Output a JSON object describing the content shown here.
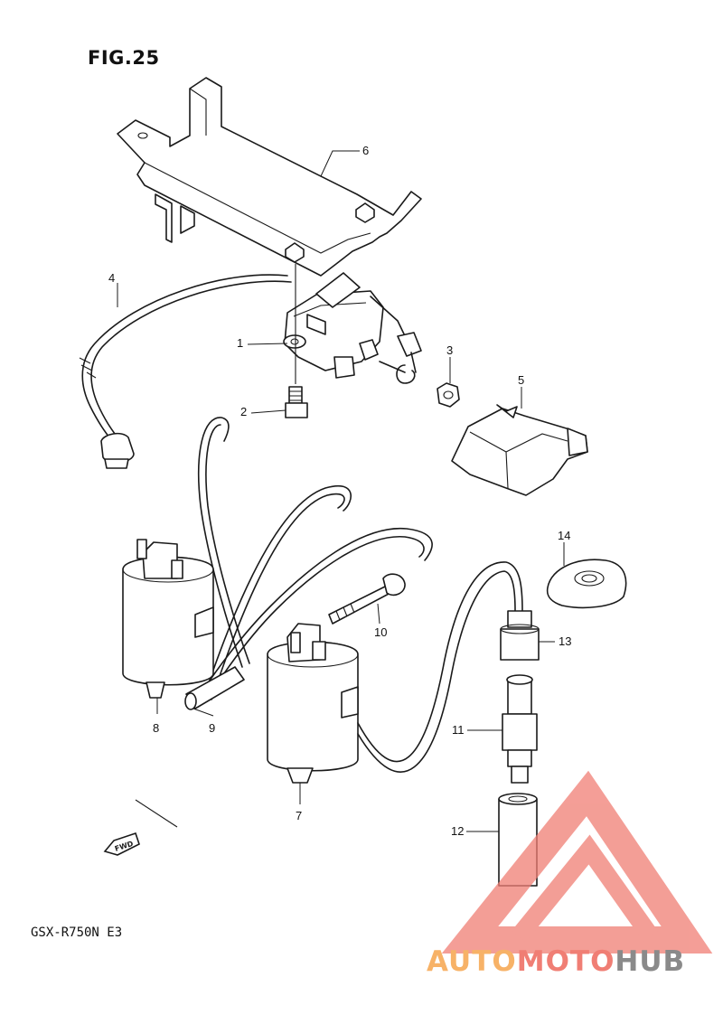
{
  "header": {
    "fig_title": "FIG.25"
  },
  "footer": {
    "model": "GSX-R750N E3"
  },
  "fwd_label": "FWD",
  "callouts": [
    "1",
    "2",
    "3",
    "4",
    "5",
    "6",
    "7",
    "8",
    "9",
    "10",
    "11",
    "12",
    "13",
    "14"
  ],
  "watermark": {
    "part1": "AUTO",
    "part2": "MOTO",
    "part3": "HUB",
    "colors": {
      "auto": "#f7b267",
      "moto": "#f07e74",
      "hub": "#8a8a8a",
      "triangle": "#f07e74"
    }
  }
}
